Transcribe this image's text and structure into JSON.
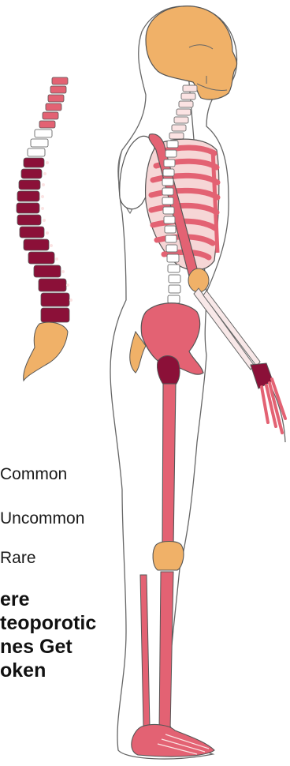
{
  "legend": {
    "items": [
      {
        "label": "Common",
        "color": "#8b1038"
      },
      {
        "label": "Uncommon",
        "color": "#e36273"
      },
      {
        "label": "Rare",
        "color": "#f0b168"
      }
    ]
  },
  "title_lines": [
    "ere",
    "teoporotic",
    "nes Get",
    "oken"
  ],
  "colors": {
    "common": "#8b1038",
    "uncommon": "#e36273",
    "rare": "#f0b168",
    "outline": "#555555"
  }
}
